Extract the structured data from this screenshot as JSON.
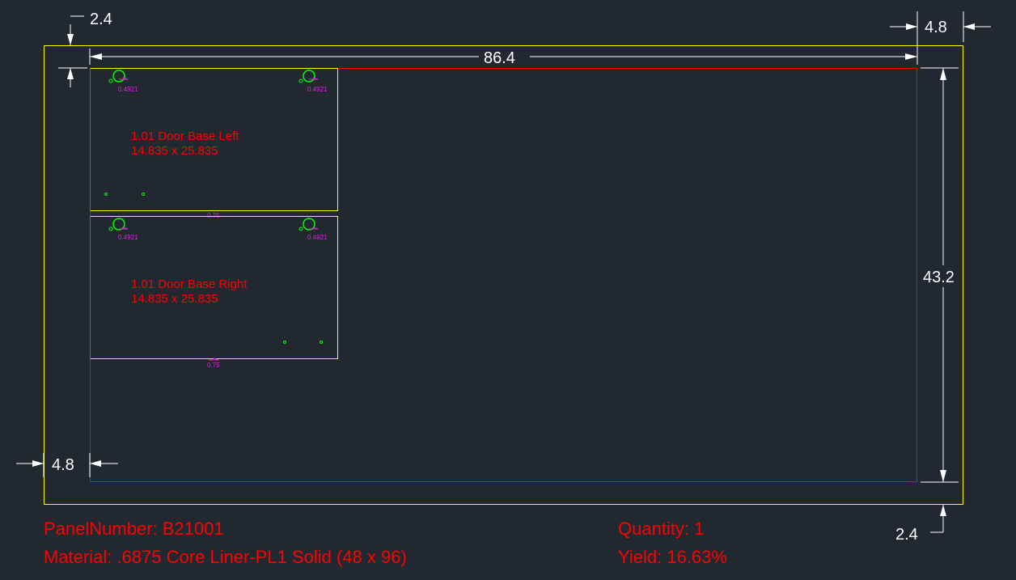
{
  "dimensions": {
    "top_offset": "2.4",
    "right_offset": "4.8",
    "width": "86.4",
    "height": "43.2",
    "left_offset": "4.8",
    "bottom_offset": "2.4"
  },
  "parts": [
    {
      "name": "1.01 Door Base Left",
      "size": "14.835 x 25.835",
      "hole_label_1": "0.4921",
      "hole_label_2": "0.4921",
      "edge_label": "0.75"
    },
    {
      "name": "1.01 Door Base Right",
      "size": "14.835 x 25.835",
      "hole_label_1": "0.4921",
      "hole_label_2": "0.4921",
      "edge_label": "0.75"
    }
  ],
  "info": {
    "panel_number": "PanelNumber: B21001",
    "material": "Material: .6875 Core Liner-PL1 Solid (48 x 96)",
    "quantity": "Quantity: 1",
    "yield": "Yield: 16.63%"
  },
  "colors": {
    "background": "#212830",
    "sheet": "#ffff00",
    "usable": "#ff0000",
    "hardware": "#00ff00",
    "annotation": "#e020e0"
  }
}
